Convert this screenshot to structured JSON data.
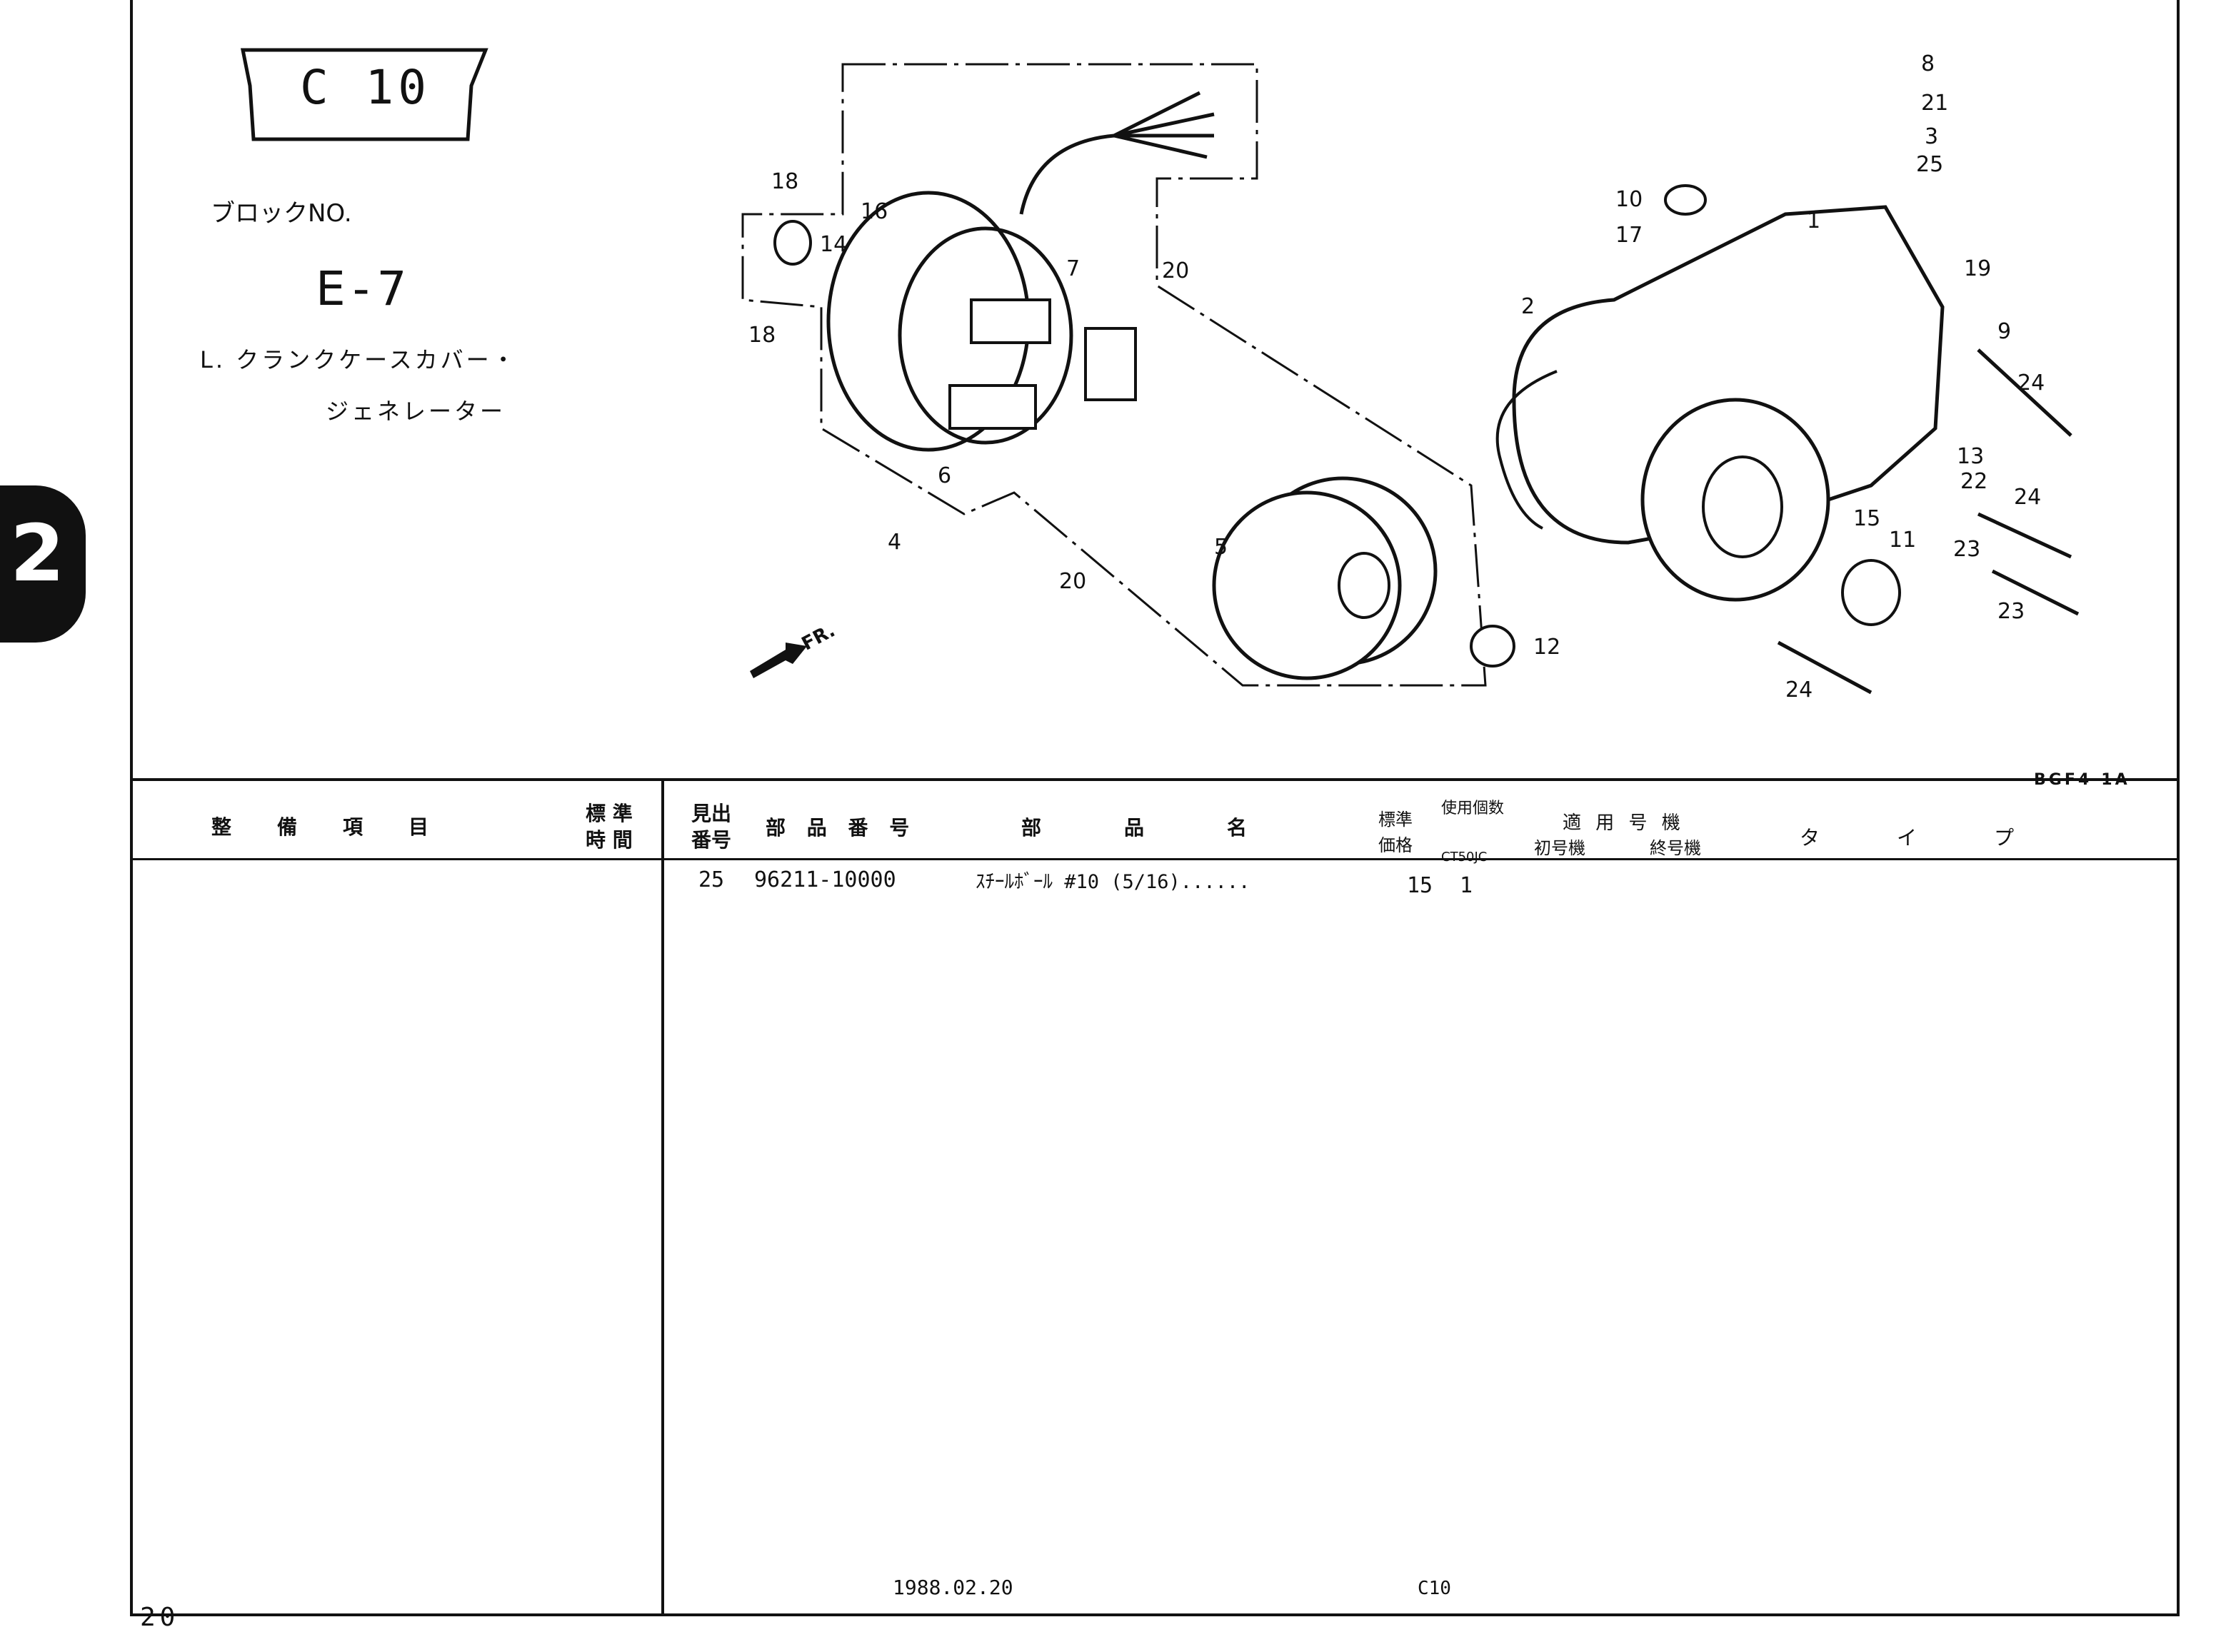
{
  "header": {
    "model_badge": "C 10",
    "block_label": "ブロックNO.",
    "block_no": "E-7",
    "title_line1": "L. クランクケースカバー・",
    "title_line2": "ジェネレーター",
    "diagram_code": "BGF4-1A",
    "section_tab": "2"
  },
  "diagram": {
    "front_marker": "FR.",
    "callouts": [
      "1",
      "2",
      "3",
      "4",
      "5",
      "6",
      "7",
      "8",
      "9",
      "10",
      "11",
      "12",
      "13",
      "14",
      "15",
      "16",
      "17",
      "18",
      "18",
      "19",
      "20",
      "20",
      "21",
      "22",
      "23",
      "23",
      "24",
      "24",
      "24",
      "25"
    ]
  },
  "table": {
    "left_headers": {
      "maintenance_item": "整　備　項　目",
      "standard_time_1": "標 準",
      "standard_time_2": "時 間"
    },
    "right_headers": {
      "ref_no_1": "見出",
      "ref_no_2": "番号",
      "part_no": "部 品 番 号",
      "part_name": "部　　品　　名",
      "price_1": "標準",
      "price_2": "価格",
      "qty_1": "使用個数",
      "qty_2": "CT50JC",
      "serial_title": "適 用 号 機",
      "serial_first": "初号機",
      "serial_last": "終号機",
      "type": "タ　イ　プ"
    },
    "rows": [
      {
        "ref": "25",
        "part_no": "96211-10000",
        "name": "ｽﾁｰﾙﾎﾞｰﾙ #10 (5/16)......",
        "price": "15",
        "qty": "1"
      }
    ]
  },
  "footer": {
    "date": "1988.02.20",
    "model": "C10",
    "page_number": "20"
  }
}
